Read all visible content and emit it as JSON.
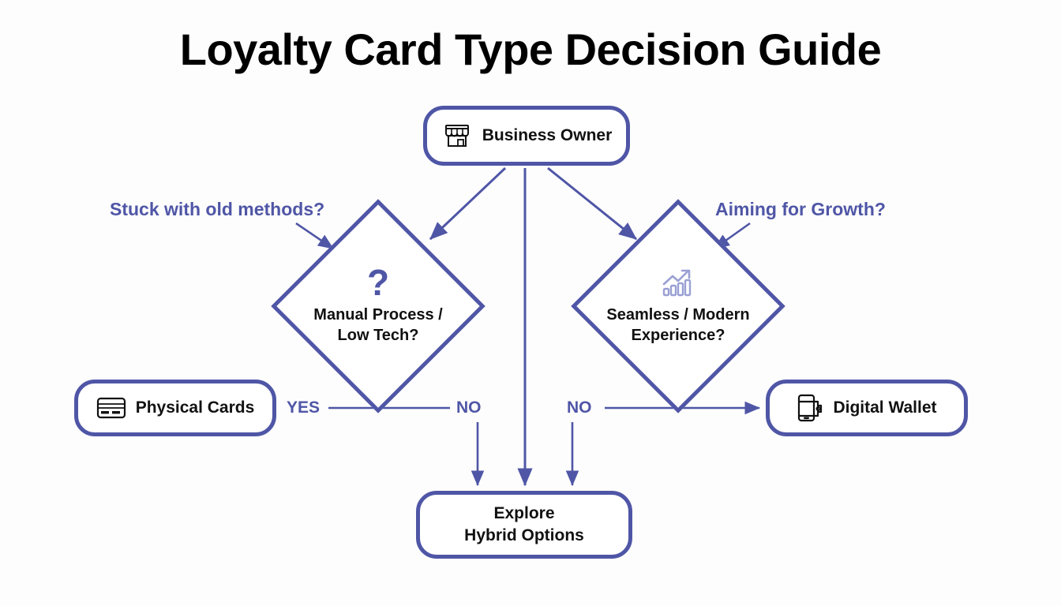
{
  "page": {
    "title": "Loyalty Card Type Decision Guide",
    "background": "#fdfdfd",
    "accent_color": "#4f56a6",
    "text_color": "#111111"
  },
  "diagram": {
    "type": "flowchart",
    "nodes": [
      {
        "id": "business-owner",
        "label": "Business Owner",
        "shape": "rounded-rectangle",
        "icon": "storefront-icon",
        "icon_color": "#111111"
      },
      {
        "id": "manual-process",
        "label": "Manual Process /\nLow Tech?",
        "shape": "diamond",
        "icon": "question-mark-icon",
        "icon_glyph": "?",
        "icon_color": "#4f56a6"
      },
      {
        "id": "seamless-modern",
        "label": "Seamless / Modern\nExperience?",
        "shape": "diamond",
        "icon": "growth-chart-icon",
        "icon_color": "#9aa0d4"
      },
      {
        "id": "physical-cards",
        "label": "Physical Cards",
        "shape": "rounded-rectangle",
        "icon": "credit-card-icon",
        "icon_color": "#111111"
      },
      {
        "id": "digital-wallet",
        "label": "Digital Wallet",
        "shape": "rounded-rectangle",
        "icon": "mobile-wallet-icon",
        "icon_color": "#111111"
      },
      {
        "id": "hybrid-options",
        "label": "Explore\nHybrid Options",
        "shape": "rounded-rectangle",
        "icon": null
      }
    ],
    "annotations": [
      {
        "id": "stuck-old-methods",
        "text": "Stuck with old methods?",
        "points_to": "manual-process"
      },
      {
        "id": "aiming-growth",
        "text": "Aiming for Growth?",
        "points_to": "seamless-modern"
      }
    ],
    "edge_labels": [
      {
        "id": "yes-physical",
        "text": "YES",
        "from": "manual-process",
        "to": "physical-cards"
      },
      {
        "id": "no-manual",
        "text": "NO",
        "from": "manual-process",
        "to": "hybrid-options"
      },
      {
        "id": "no-seamless",
        "text": "NO",
        "from": "seamless-modern",
        "to": "digital-wallet"
      }
    ]
  }
}
